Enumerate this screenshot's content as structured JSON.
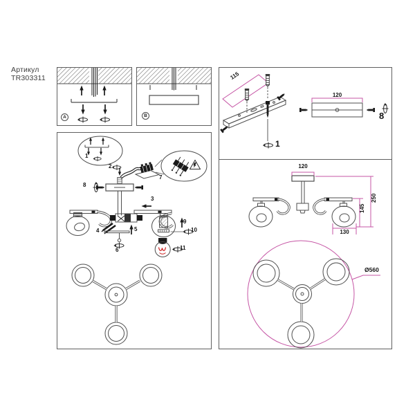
{
  "product": {
    "label": "Артикул",
    "sku": "TR303311"
  },
  "panels": {
    "mount_a": {
      "badge": "A"
    },
    "mount_b": {
      "badge": "B"
    },
    "bracket": {
      "dim_length": "115",
      "dim_width": "120",
      "step_rotate": "1",
      "step_screws": "8"
    },
    "assembly": {
      "steps": [
        "1",
        "2",
        "3",
        "4",
        "5",
        "6",
        "7",
        "8",
        "9",
        "10",
        "11"
      ]
    },
    "dimensions": {
      "canopy_width": "120",
      "total_height": "250",
      "shade_drop": "145",
      "shade_width": "130",
      "diameter": "Ø560"
    }
  },
  "colors": {
    "accent_magenta": "#c554a4",
    "line_gray": "#4d4d4d",
    "ink": "#1a1a1a",
    "filament_red": "#cc2020"
  }
}
